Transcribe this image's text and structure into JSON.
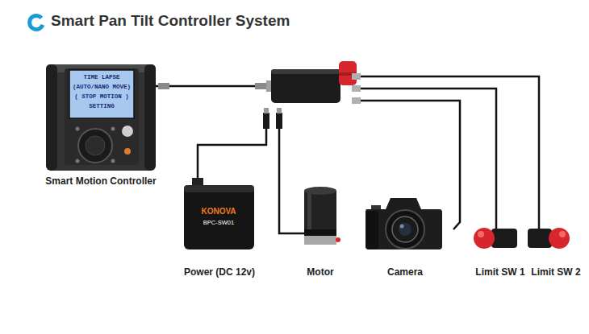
{
  "diagram": {
    "title": "Smart Pan Tilt Controller System",
    "nodes": [
      {
        "text": [
          "Smart Motion Controller"
        ]
      },
      {
        "text": [
          "Power (DC 12v)"
        ]
      },
      {
        "text": [
          "Motor"
        ]
      },
      {
        "text": [
          "Camera"
        ]
      },
      {
        "text": [
          "Limit SW 1"
        ]
      },
      {
        "text": [
          "Limit SW 2"
        ]
      }
    ],
    "labels": [
      "TIME LAPSE",
      "(AUTO/NANO MOVE)",
      "( STOP MOTION )",
      "SETTING",
      "KONOVA",
      "BPC-SW01"
    ]
  }
}
